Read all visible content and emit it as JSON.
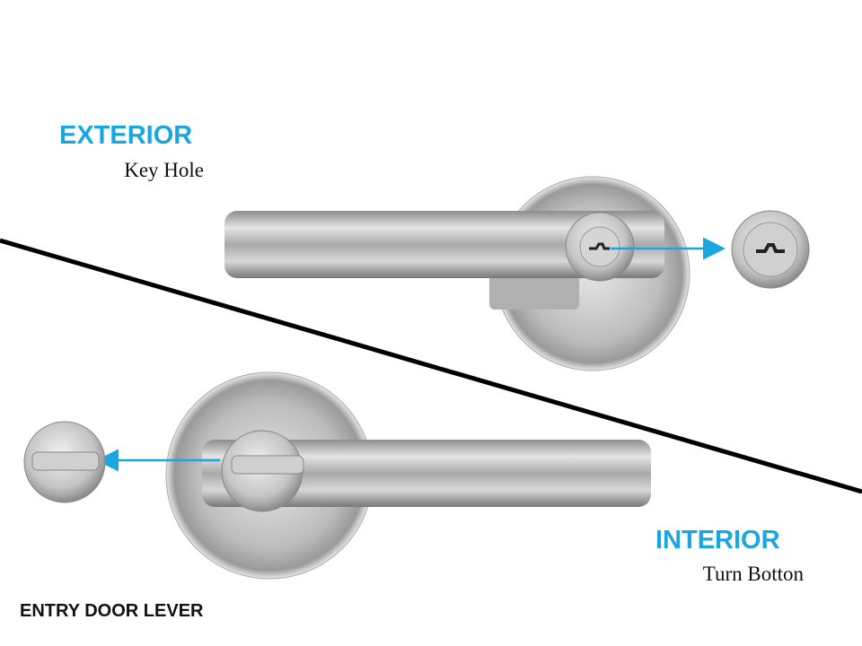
{
  "exterior": {
    "title": "EXTERIOR",
    "subtitle": "Key Hole"
  },
  "interior": {
    "title": "INTERIOR",
    "subtitle": "Turn Botton"
  },
  "caption": "ENTRY DOOR LEVER",
  "colors": {
    "accent": "#1aa7e0",
    "divider": "#000000",
    "metal": "#c8c8c8"
  }
}
